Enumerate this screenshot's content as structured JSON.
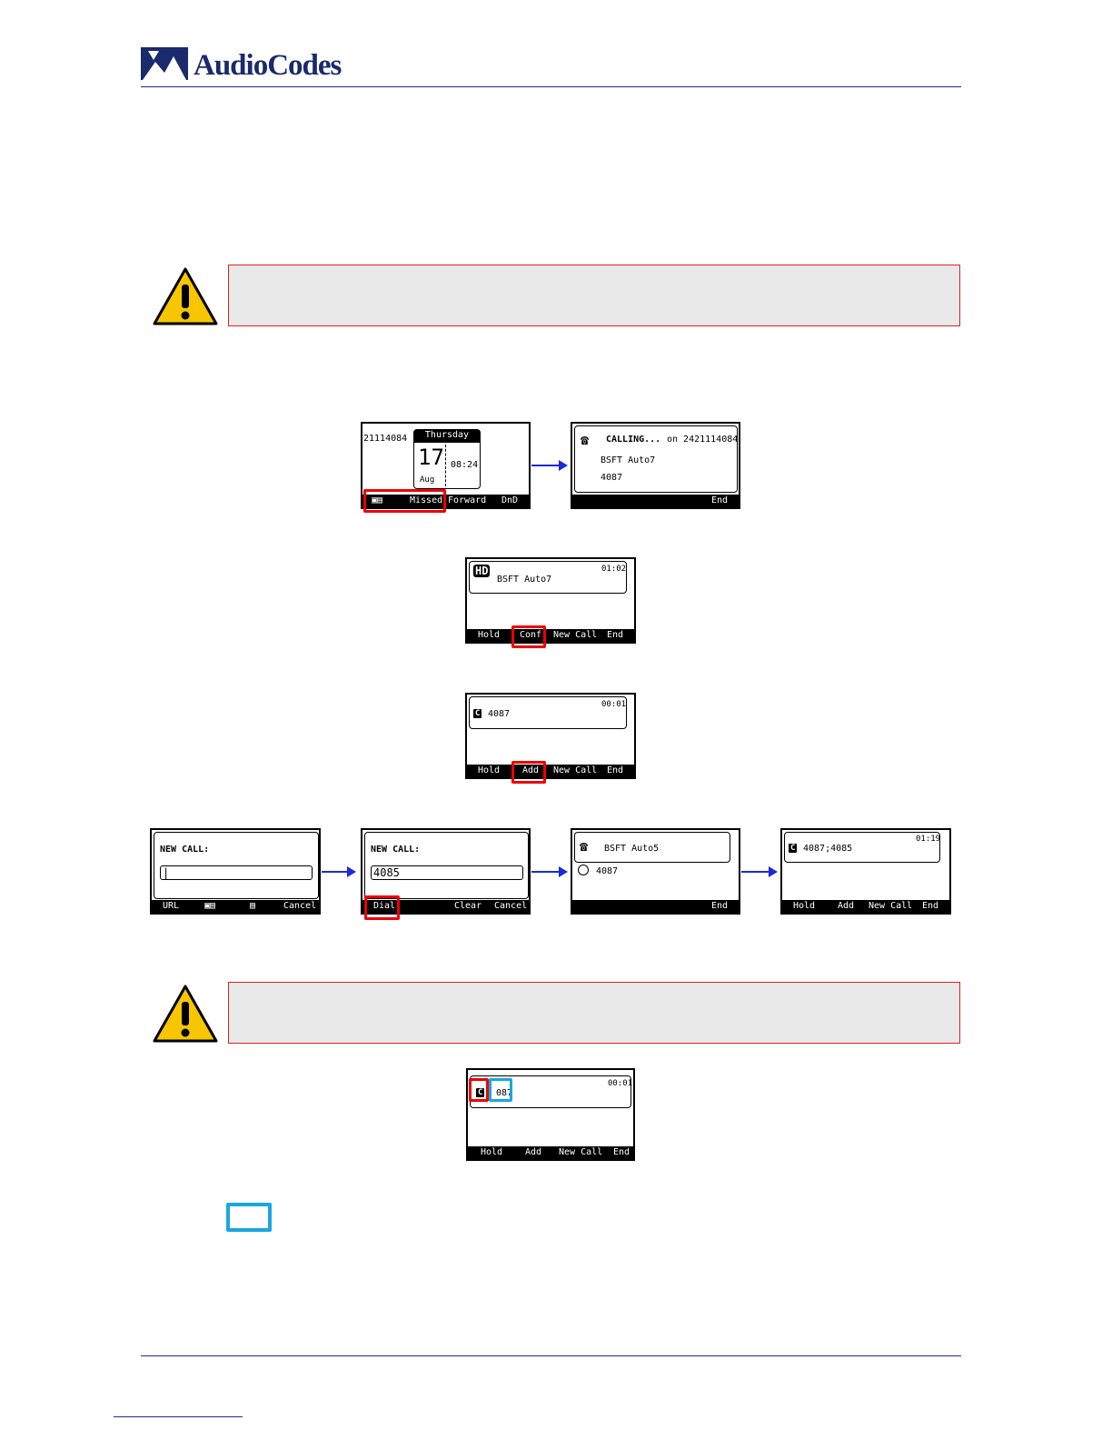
{
  "header": {
    "brand": "AudioCodes"
  },
  "screen1": {
    "number": "21114084",
    "day": "Thursday",
    "date": "17",
    "month": "Aug",
    "time": "08:24",
    "softkeys": [
      "Missed",
      "Forward",
      "DnD"
    ]
  },
  "screen2": {
    "status": "CALLING...",
    "on_label": "on 2421114084",
    "name": "BSFT Auto7",
    "ext": "4087",
    "softkeys": [
      "End"
    ]
  },
  "screen3": {
    "timer": "01:02",
    "name": "BSFT Auto7",
    "softkeys": [
      "Hold",
      "Conf",
      "New Call",
      "End"
    ]
  },
  "screen4": {
    "timer": "00:01",
    "badge": "C",
    "ext": "4087",
    "softkeys": [
      "Hold",
      "Add",
      "New Call",
      "End"
    ]
  },
  "screen5": {
    "title": "NEW CALL:",
    "input": "",
    "softkeys": [
      "URL",
      "Cancel"
    ]
  },
  "screen6": {
    "title": "NEW CALL:",
    "input": "4085",
    "softkeys": [
      "Dial",
      "Clear",
      "Cancel"
    ]
  },
  "screen7": {
    "name": "BSFT Auto5",
    "ext": "4087",
    "softkeys": [
      "End"
    ]
  },
  "screen8": {
    "timer": "01:19",
    "badge": "C",
    "ext": "4087;4085",
    "softkeys": [
      "Hold",
      "Add",
      "New Call",
      "End"
    ]
  },
  "screen9": {
    "timer": "00:01",
    "badge": "C",
    "ext": "087",
    "softkeys": [
      "Hold",
      "Add",
      "New Call",
      "End"
    ]
  },
  "colors": {
    "rule": "#1a2aa0",
    "highlight_red": "#e00000",
    "highlight_cyan": "#19a7e0",
    "note_bg": "#e9e9e9"
  }
}
